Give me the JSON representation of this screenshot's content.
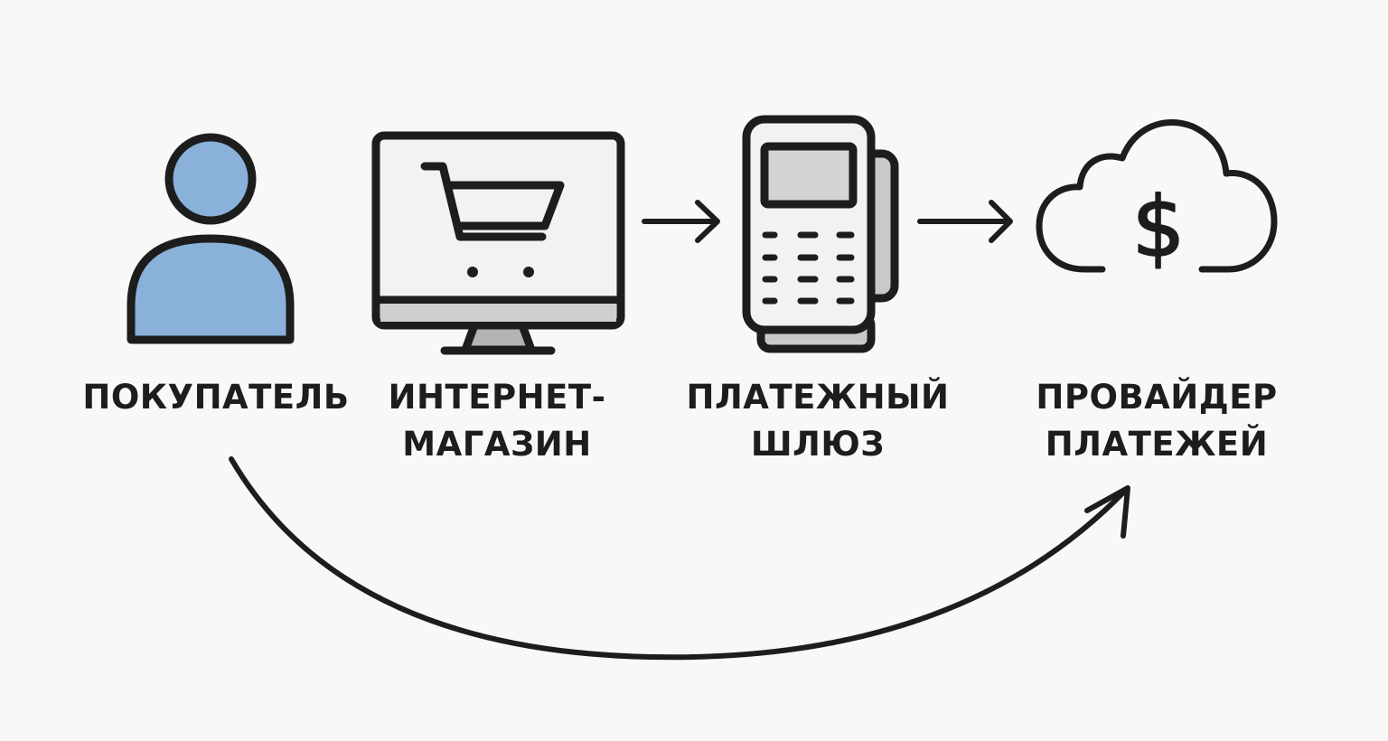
{
  "nodes": [
    {
      "id": "buyer",
      "icon": "person-icon",
      "label_lines": [
        "ПОКУПАТЕЛЬ"
      ]
    },
    {
      "id": "store",
      "icon": "monitor-cart-icon",
      "label_lines": [
        "ИНТЕРНЕТ-",
        "МАГАЗИН"
      ]
    },
    {
      "id": "gateway",
      "icon": "payment-terminal-icon",
      "label_lines": [
        "ПЛАТЕЖНЫЙ",
        "ШЛЮЗ"
      ]
    },
    {
      "id": "provider",
      "icon": "cloud-dollar-icon",
      "label_lines": [
        "ПРОВАЙДЕР",
        "ПЛАТЕЖЕЙ"
      ]
    }
  ],
  "edges": [
    {
      "from": "store",
      "to": "gateway",
      "style": "straight-arrow"
    },
    {
      "from": "gateway",
      "to": "provider",
      "style": "straight-arrow"
    },
    {
      "from": "buyer",
      "to": "provider",
      "style": "curved-arrow"
    }
  ],
  "colors": {
    "background": "#f8f8f6",
    "stroke": "#1d1d1d",
    "person_fill": "#89b1da",
    "panel_fill": "#f2f2f0",
    "gray_fill": "#c9c9c9",
    "screen_fill": "#d4d4d4"
  }
}
